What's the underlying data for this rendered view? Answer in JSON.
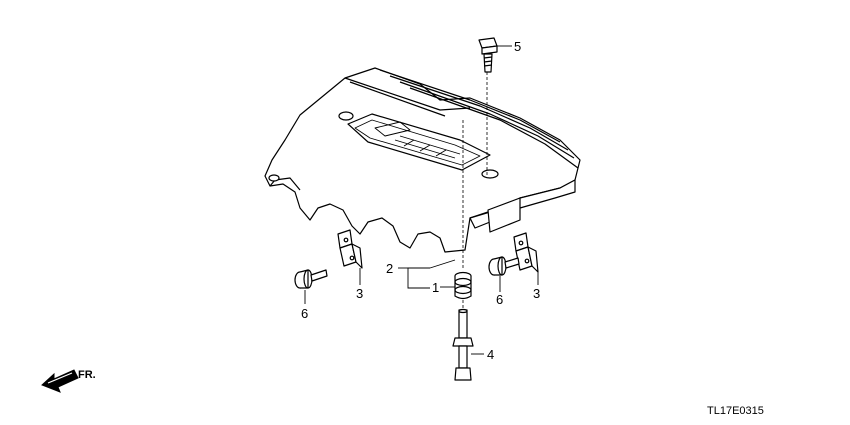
{
  "diagram": {
    "callouts": [
      {
        "id": "c1",
        "label": "1"
      },
      {
        "id": "c2",
        "label": "2"
      },
      {
        "id": "c3a",
        "label": "3"
      },
      {
        "id": "c3b",
        "label": "3"
      },
      {
        "id": "c4",
        "label": "4"
      },
      {
        "id": "c5",
        "label": "5"
      },
      {
        "id": "c6a",
        "label": "6"
      },
      {
        "id": "c6b",
        "label": "6"
      }
    ],
    "direction_label": "FR.",
    "diagram_code": "TL17E0315"
  }
}
